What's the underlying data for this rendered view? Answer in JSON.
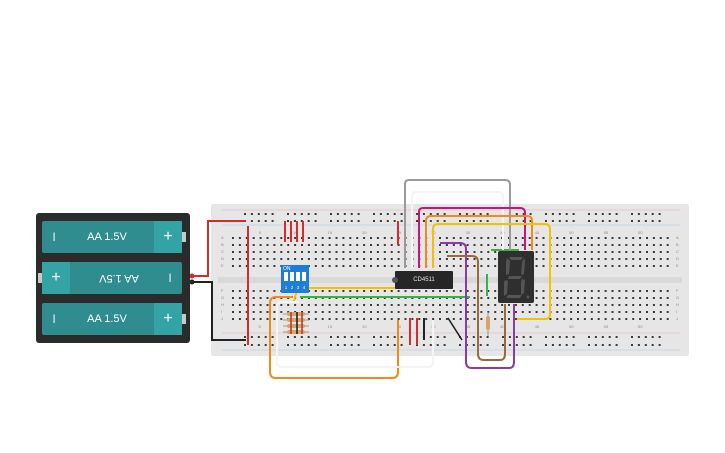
{
  "battery_pack": {
    "cells": [
      {
        "label": "AA 1.5V",
        "minus": "I",
        "plus": "+"
      },
      {
        "label": "AA 1.5V",
        "minus": "I",
        "plus": "+"
      },
      {
        "label": "AA 1.5V",
        "minus": "I",
        "plus": "+"
      }
    ]
  },
  "chip": {
    "label": "CD4511"
  },
  "dip_switch": {
    "on_label": "ON",
    "numbers": [
      "1",
      "2",
      "3",
      "4"
    ]
  },
  "breadboard": {
    "column_numbers": [
      "5",
      "10",
      "15",
      "20",
      "25",
      "30",
      "35",
      "40",
      "45",
      "50",
      "55",
      "60"
    ],
    "row_letters_top": [
      "A",
      "B",
      "C",
      "D",
      "E"
    ],
    "row_letters_bottom": [
      "F",
      "G",
      "H",
      "I",
      "J"
    ]
  },
  "colors": {
    "board": "#e6e6e6",
    "wire_red": "#d62b2b",
    "wire_black": "#222222",
    "wire_green": "#3cb043",
    "wire_yellow": "#f2c200",
    "wire_orange": "#f08a1c",
    "wire_purple": "#8b3aa8",
    "wire_magenta": "#c2187b",
    "wire_gray": "#9a9a9a",
    "wire_white": "#f4f4f4",
    "wire_brown": "#9a6a3a"
  }
}
